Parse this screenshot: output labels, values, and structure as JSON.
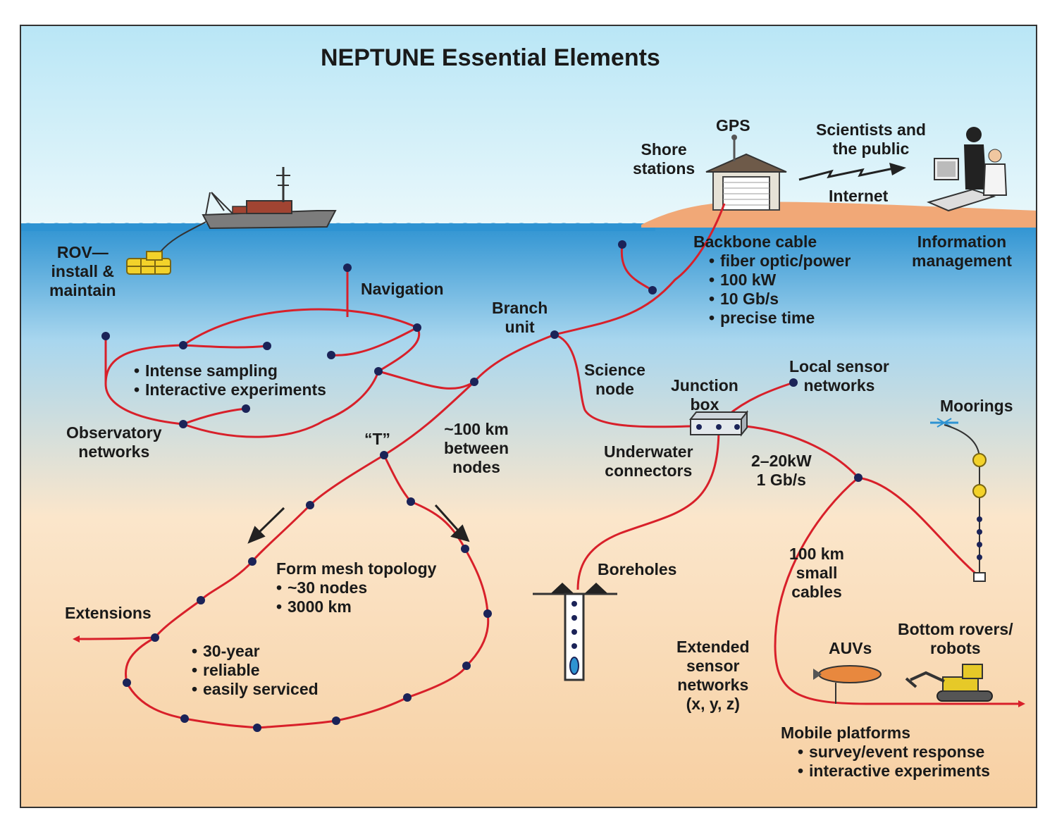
{
  "title": "NEPTUNE Essential Elements",
  "colors": {
    "sky_top": "#b9e6f6",
    "sky_bottom": "#eaf8fb",
    "water_top": "#2e93d2",
    "water_mid": "#a8d6ee",
    "deep_water": "#fbe6cb",
    "seafloor": "#f7cfa1",
    "land": "#f1a877",
    "cable": "#d8202a",
    "node": "#1b2358",
    "ship_hull": "#7c7c7c",
    "rov": "#f3d22a"
  },
  "icons": [
    "ship-icon",
    "rov-icon",
    "shore-station-icon",
    "gps-antenna-icon",
    "internet-arrow-icon",
    "scientists-computer-icon",
    "junction-box-icon",
    "mooring-icon",
    "borehole-icon",
    "auv-icon",
    "bottom-rover-icon"
  ],
  "labels": {
    "gps": "GPS",
    "shore_stations": [
      "Shore",
      "stations"
    ],
    "scientists": [
      "Scientists and",
      "the public"
    ],
    "internet": "Internet",
    "rov": [
      "ROV—",
      "install &",
      "maintain"
    ],
    "navigation": "Navigation",
    "branch_unit": [
      "Branch",
      "unit"
    ],
    "backbone": {
      "heading": "Backbone cable",
      "items": [
        "fiber optic/power",
        "100 kW",
        "10 Gb/s",
        "precise time"
      ]
    },
    "info_mgmt": [
      "Information",
      "management"
    ],
    "observatory_bullets": [
      "Intense sampling",
      "Interactive experiments"
    ],
    "observatory_networks": [
      "Observatory",
      "networks"
    ],
    "science_node": [
      "Science",
      "node"
    ],
    "junction_box": [
      "Junction",
      "box"
    ],
    "local_sensor": [
      "Local sensor",
      "networks"
    ],
    "moorings": "Moorings",
    "t_label": "“T”",
    "between_nodes": [
      "~100 km",
      "between",
      "nodes"
    ],
    "underwater_connectors": [
      "Underwater",
      "connectors"
    ],
    "power_bandwidth": [
      "2–20kW",
      "1 Gb/s"
    ],
    "mesh": {
      "heading": "Form mesh topology",
      "items": [
        "~30 nodes",
        "3000 km"
      ]
    },
    "boreholes": "Boreholes",
    "small_cables": [
      "100 km",
      "small",
      "cables"
    ],
    "extensions": "Extensions",
    "lifetime": [
      "30-year",
      "reliable",
      "easily serviced"
    ],
    "extended_sensor": [
      "Extended",
      "sensor",
      "networks",
      "(x, y, z)"
    ],
    "auvs": "AUVs",
    "bottom_rovers": [
      "Bottom rovers/",
      "robots"
    ],
    "mobile": {
      "heading": "Mobile platforms",
      "items": [
        "survey/event response",
        "interactive experiments"
      ]
    }
  }
}
